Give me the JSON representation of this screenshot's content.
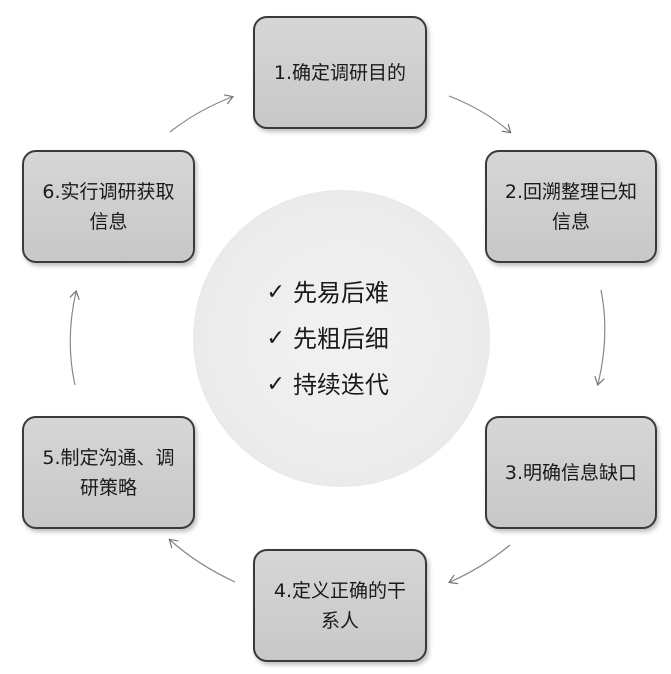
{
  "principles": [
    {
      "check": "✓",
      "label": "先易后难"
    },
    {
      "check": "✓",
      "label": "先粗后细"
    },
    {
      "check": "✓",
      "label": "持续迭代"
    }
  ],
  "steps": [
    {
      "label": "1.确定调研目的"
    },
    {
      "label": "2.回溯整理已知信息"
    },
    {
      "label": "3.明确信息缺口"
    },
    {
      "label": "4.定义正确的干系人"
    },
    {
      "label": "5.制定沟通、调研策略"
    },
    {
      "label": "6.实行调研获取信息"
    }
  ]
}
